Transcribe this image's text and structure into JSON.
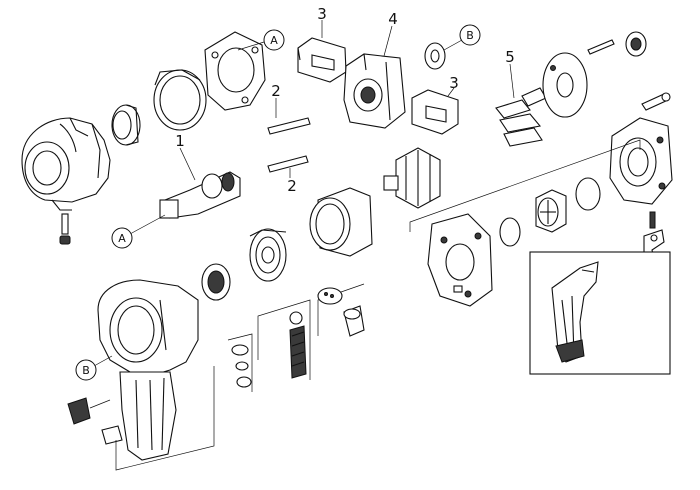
{
  "callouts": {
    "a_top": "A",
    "a_left": "A",
    "b_top": "B",
    "b_left": "B"
  },
  "part_numbers": {
    "n1": "1",
    "n2_top": "2",
    "n2_bottom": "2",
    "n3_top": "3",
    "n3_right": "3",
    "n4": "4",
    "n5": "5"
  }
}
